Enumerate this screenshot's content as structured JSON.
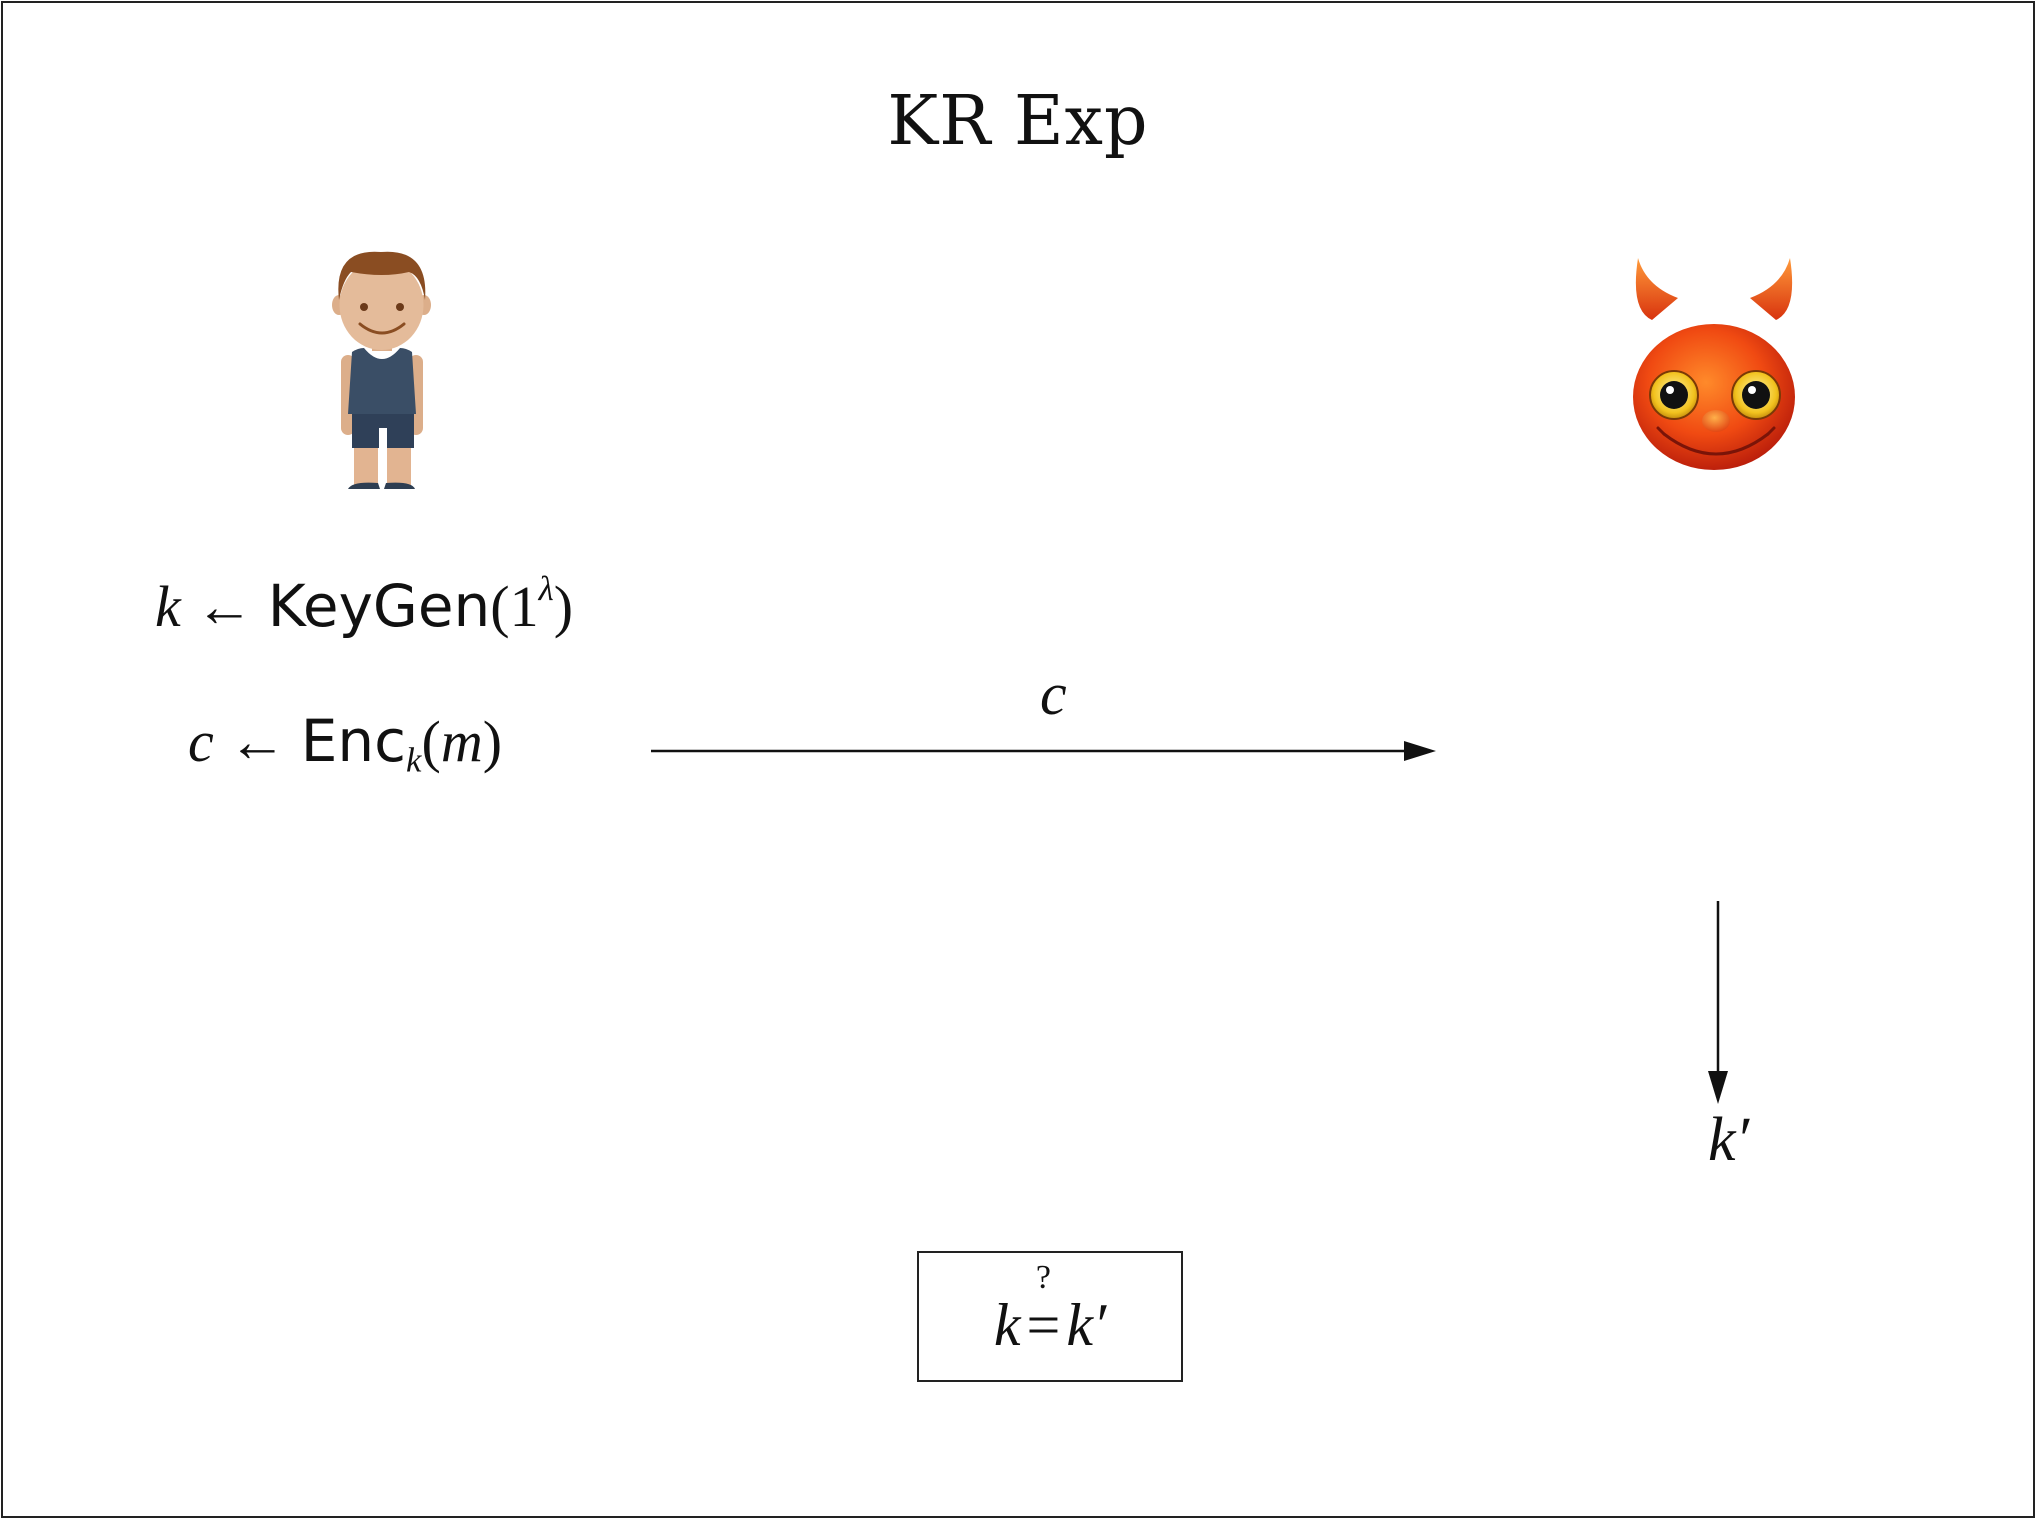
{
  "title": "KR Exp",
  "challenger": {
    "icon": "person-icon",
    "keygen": {
      "var": "k",
      "arrow": "←",
      "func": "KeyGen",
      "open": "(1",
      "sup": "λ",
      "close": ")"
    },
    "encrypt": {
      "var": "c",
      "arrow": "←",
      "func": "Enc",
      "sub": "k",
      "open": "(",
      "arg": "m",
      "close": ")"
    }
  },
  "adversary": {
    "icon": "devil-face-icon",
    "output": "k′"
  },
  "message": {
    "label": "c"
  },
  "check": {
    "left": "k",
    "relation": "=",
    "question": "?",
    "right": "k′"
  }
}
